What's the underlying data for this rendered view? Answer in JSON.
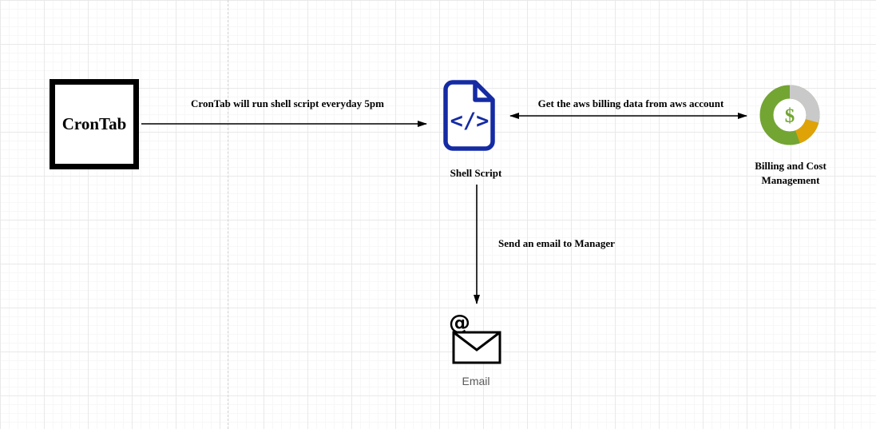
{
  "canvas": {
    "background": "#ffffff",
    "grid_minor_color": "#f7f7f7",
    "grid_major_color": "#e9e9e9",
    "page_divider_style": "dashed"
  },
  "nodes": {
    "crontab": {
      "label": "CronTab",
      "border_color": "#000000"
    },
    "shell_script": {
      "label": "Shell Script",
      "icon": "code-file-icon",
      "icon_text": "</>",
      "icon_color": "#152ba4"
    },
    "billing": {
      "label": "Billing and Cost Management",
      "icon": "donut-chart-dollar-icon",
      "dollar_symbol": "$",
      "green": "#73a533",
      "gray": "#c9c9c9",
      "yellow": "#dfa307"
    },
    "email": {
      "label": "Email",
      "icon": "email-envelope-icon",
      "at_symbol": "@",
      "icon_color": "#000000"
    }
  },
  "edges": {
    "crontab_to_shell": {
      "label": "CronTab will run shell script everyday 5pm",
      "direction": "right"
    },
    "shell_to_billing": {
      "label": "Get the aws billing data from aws account",
      "direction": "both"
    },
    "shell_to_email": {
      "label": "Send an email to Manager",
      "direction": "down"
    }
  }
}
